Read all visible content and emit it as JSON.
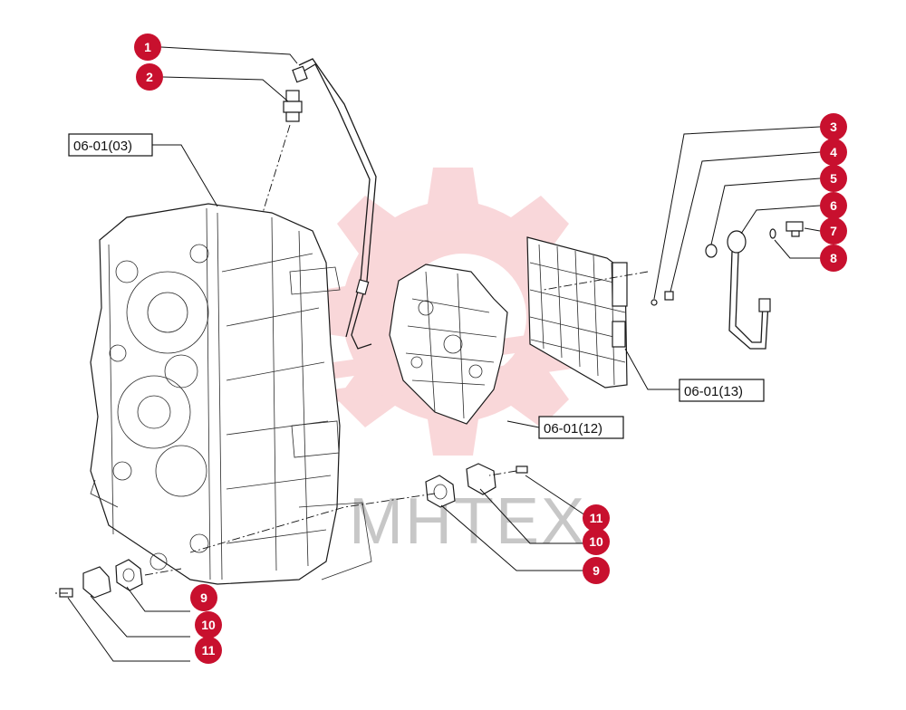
{
  "reference_labels": {
    "gearbox_housing": "06-01(03)",
    "valve_plate": "06-01(12)",
    "control_valve": "06-01(13)"
  },
  "callouts": {
    "c1": "1",
    "c2": "2",
    "c3": "3",
    "c4": "4",
    "c5": "5",
    "c6": "6",
    "c7": "7",
    "c8": "8",
    "c9a": "9",
    "c10a": "10",
    "c11a": "11",
    "c9b": "9",
    "c10b": "10",
    "c11b": "11"
  },
  "watermark": {
    "text": "MHTEX"
  },
  "colors": {
    "callout": "#c8102e",
    "watermark_gear": "#f2b8bc",
    "line": "#111111"
  }
}
